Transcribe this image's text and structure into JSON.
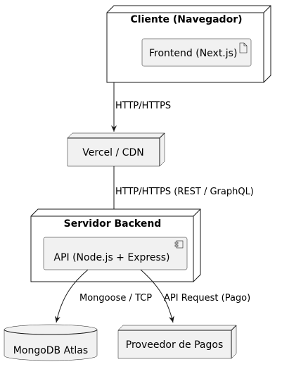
{
  "nodes": {
    "cliente": {
      "title": "Cliente (Navegador)"
    },
    "frontend": {
      "label": "Frontend (Next.js)"
    },
    "vercel": {
      "label": "Vercel / CDN"
    },
    "backend": {
      "title": "Servidor Backend"
    },
    "api": {
      "label": "API (Node.js + Express)"
    },
    "mongodb": {
      "label": "MongoDB Atlas"
    },
    "pagos": {
      "label": "Proveedor de Pagos"
    }
  },
  "edges": {
    "cliente_vercel": "HTTP/HTTPS",
    "vercel_api": "HTTP/HTTPS (REST / GraphQL)",
    "api_mongodb": "Mongoose / TCP",
    "api_pagos": "API Request (Pago)"
  },
  "colors": {
    "node_fill": "#f1f1f1",
    "stroke": "#181818",
    "container_fill": "#ffffff"
  }
}
